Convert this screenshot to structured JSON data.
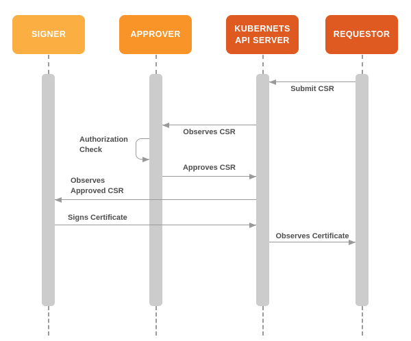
{
  "diagram": {
    "type": "sequence-diagram",
    "subject": "Kubernetes CSR signing flow",
    "background_color": "#ffffff",
    "line_color": "#999999",
    "label_text_color": "#4d4d4d",
    "activation_bar_color": "#cccccc"
  },
  "actors": [
    {
      "name": "SIGNER",
      "color": "#FBAF43"
    },
    {
      "name": "APPROVER",
      "color": "#F89428"
    },
    {
      "name": "KUBERNETS API SERVER",
      "color": "#DF5A21"
    },
    {
      "name": "REQUESTOR",
      "color": "#DF5A21"
    }
  ],
  "messages": [
    {
      "label": "Submit CSR",
      "from": "REQUESTOR",
      "to": "KUBERNETS API SERVER",
      "direction": "left"
    },
    {
      "label": "Observes CSR",
      "from": "KUBERNETS API SERVER",
      "to": "APPROVER",
      "direction": "left"
    },
    {
      "label": "Authorization Check",
      "from": "APPROVER",
      "to": "APPROVER",
      "direction": "self"
    },
    {
      "label": "Approves CSR",
      "from": "APPROVER",
      "to": "KUBERNETS API SERVER",
      "direction": "right"
    },
    {
      "label": "Observes Approved CSR",
      "from": "KUBERNETS API SERVER",
      "to": "SIGNER",
      "direction": "left"
    },
    {
      "label": "Signs Certificate",
      "from": "SIGNER",
      "to": "KUBERNETS API SERVER",
      "direction": "right"
    },
    {
      "label": "Observes Certificate",
      "from": "KUBERNETS API SERVER",
      "to": "REQUESTOR",
      "direction": "right"
    }
  ]
}
